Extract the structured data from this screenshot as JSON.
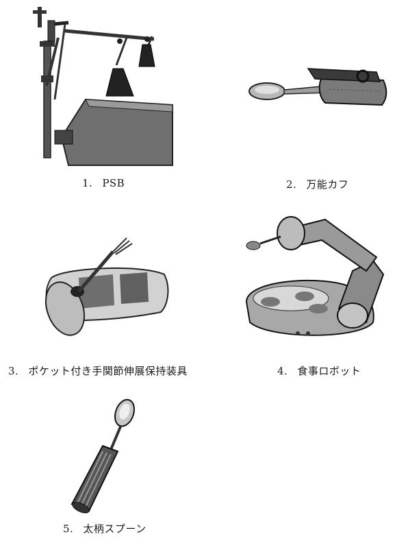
{
  "items": [
    {
      "number": "1.",
      "label": "PSB",
      "icon": "psb-arm-support-icon"
    },
    {
      "number": "2.",
      "label": "万能カフ",
      "icon": "universal-cuff-spoon-icon"
    },
    {
      "number": "3.",
      "label": "ポケット付き手関節伸展保持装具",
      "icon": "wrist-splint-fork-icon"
    },
    {
      "number": "4.",
      "label": "食事ロボット",
      "icon": "feeding-robot-icon"
    },
    {
      "number": "5.",
      "label": "太柄スプーン",
      "icon": "thick-handle-spoon-icon"
    }
  ]
}
